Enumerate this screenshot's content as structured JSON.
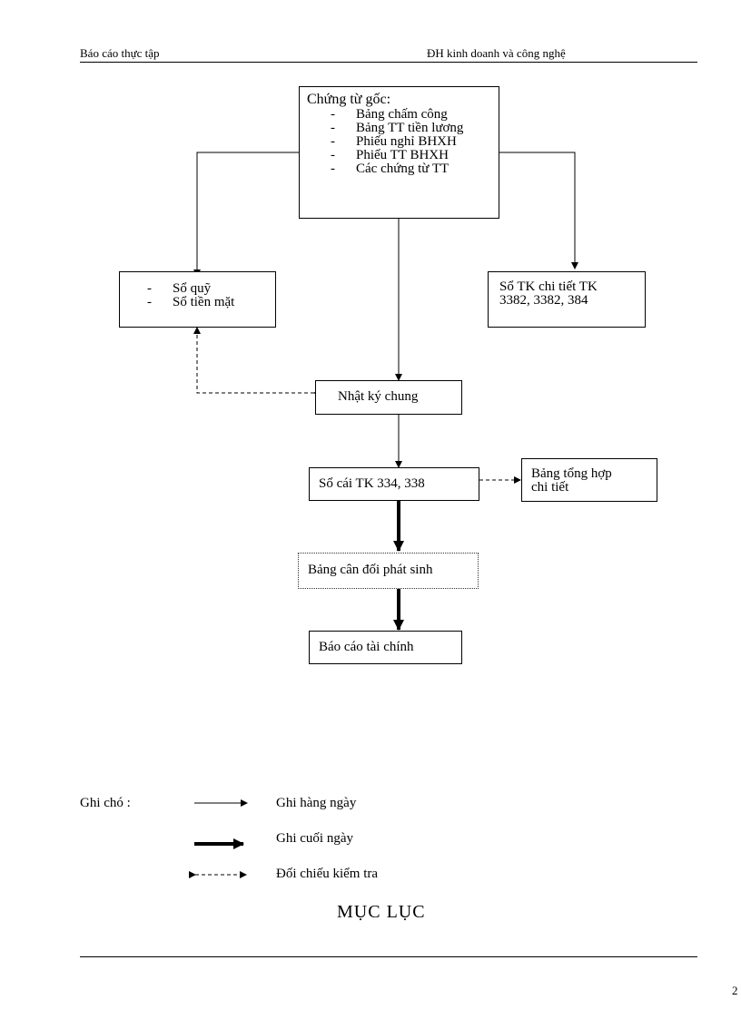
{
  "header": {
    "left": "Báo cáo thực tập",
    "right": "ĐH kinh  doanh và công nghệ"
  },
  "diagram": {
    "source_docs": {
      "title": "Chứng từ gốc:",
      "items": [
        "Bảng chấm công",
        "Bảng TT tiền lương",
        "Phiếu nghỉ BHXH",
        "Phiếu TT BHXH",
        "Các chứng từ TT"
      ]
    },
    "cash_books": {
      "items": [
        "Sổ quỹ",
        "Sổ tiền mặt"
      ]
    },
    "detail_ledger": {
      "line1": "Sổ TK chi tiết TK",
      "line2": "3382, 3382, 384"
    },
    "journal": "Nhật ký chung",
    "general_ledger": "Sổ cái TK 334, 338",
    "summary_table": {
      "line1": "Bảng tổng hợp",
      "line2": "chi tiết"
    },
    "trial_balance": "Bảng cân đối phát sinh",
    "financial_report": "Báo cáo tài chính"
  },
  "legend": {
    "label": "Ghi chó :",
    "daily": "Ghi hàng ngày",
    "end_of_day": "Ghi cuối ngày",
    "cross_check": "Đối chiếu kiểm tra"
  },
  "section_title": "MỤC LỤC",
  "page_number": "2"
}
